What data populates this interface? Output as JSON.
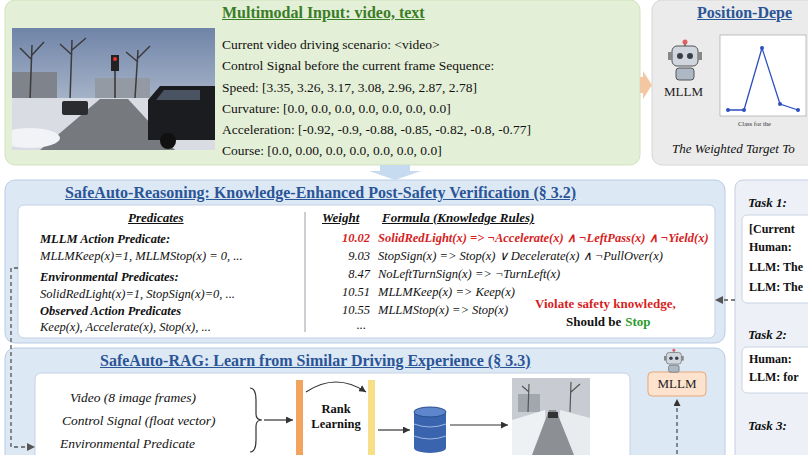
{
  "diagram": {
    "nodes": [
      {
        "text": [
          "Multimodal Input: video, text",
          "Current video driving scenario: <video>",
          "Control Signal before the current frame Sequence:",
          "Speed: [3.35, 3.26, 3.17, 3.08, 2.96, 2.87, 2.78]",
          "Curvature: [0.0, 0.0, 0.0, 0.0, 0.0, 0.0, 0.0]",
          "Acceleration: [-0.92, -0.9, -0.88, -0.85, -0.82, -0.8, -0.77]",
          "Course: [0.0, 0.00, 0.0, 0.0, 0.0, 0.0, 0.0]"
        ]
      },
      {
        "text": [
          "Position-Depe",
          "The Weighted Target To"
        ]
      },
      {
        "text": [
          "SafeAuto-Reasoning: Knowledge-Enhanced Post-Safety Verification (§ 3.2)"
        ]
      },
      {
        "text": [
          "Predicates",
          "MLLM Action Predicate:",
          "MLLMKeep(x)=1, MLLMStop(x) = 0, ...",
          "Environmental Predicates:",
          "SolidRedLight(x)=1, StopSign(x)=0, ...",
          "Observed Action Predicates",
          "Keep(x), Accelerate(x), Stop(x), ...",
          "Weight",
          "Formula (Knowledge Rules)",
          "10.02",
          "SolidRedLight(x) => ¬Accelerate(x) ∧ ¬LeftPass(x) ∧ ¬Yield(x)",
          "9.03",
          "StopSign(x) => Stop(x) ∨ Decelerate(x) ∧ ¬PullOver(x)",
          "8.47",
          "NoLeftTurnSign(x) => ¬TurnLeft(x)",
          "10.51",
          "MLLMKeep(x) => Keep(x)",
          "10.55",
          "MLLMStop(x) => Stop(x)",
          "...",
          "Violate safety knowledge,",
          "Should be",
          "Stop"
        ],
        "in": 2
      },
      {
        "text": [
          "SafeAuto-RAG: Learn from Similar Driving Experience (§ 3.3)"
        ]
      },
      {
        "text": [
          "Video (8 image frames)",
          "Control Signal (float vector)",
          "Environmental Predicate",
          "Rank Learning"
        ],
        "in": 4
      },
      {
        "text": [
          "MLLM"
        ],
        "in": 4
      },
      {
        "text": [
          "Task 1:",
          "Task 2:",
          "Task 3:"
        ]
      },
      {
        "text": [
          "[Current",
          "Human:",
          "LLM: The",
          "LLM: The"
        ],
        "in": 7
      },
      {
        "text": [
          "Human:",
          "LLM: for"
        ],
        "in": 7
      }
    ],
    "edges": [
      {
        "from": 0,
        "to": 1,
        "arrow": "to"
      },
      {
        "from": 0,
        "to": 2,
        "arrow": "to"
      },
      {
        "from": 7,
        "to": 3,
        "arrow": "to"
      },
      {
        "from": 3,
        "to": 5,
        "arrow": "to"
      }
    ],
    "labels": [
      "MLLM",
      "Class for the"
    ]
  }
}
